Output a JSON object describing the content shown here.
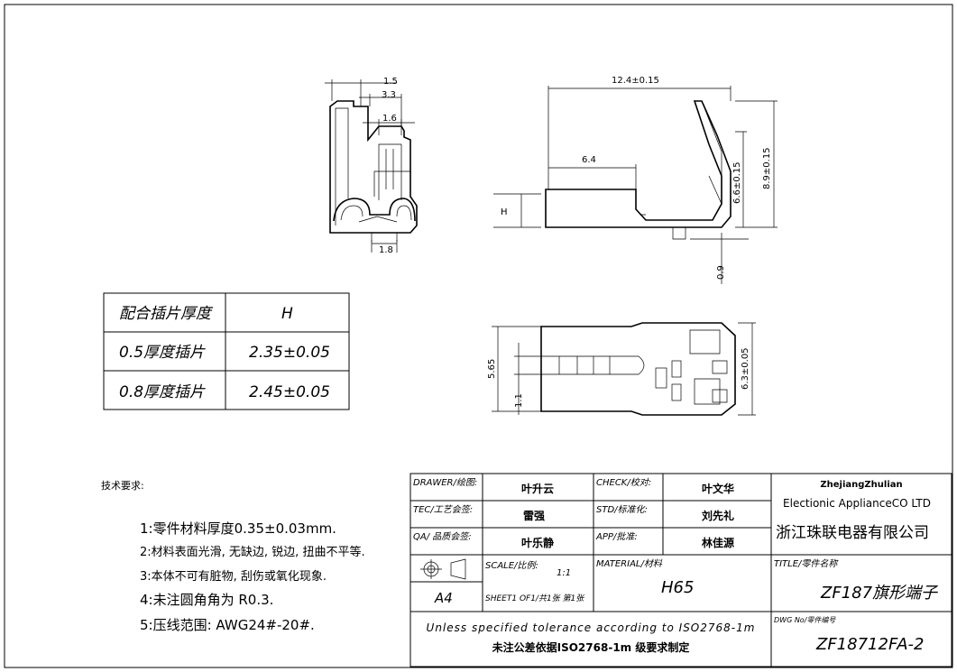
{
  "dimensions": {
    "side_1_5": "1.5",
    "side_3_3": "3.3",
    "side_1_6": "1.6",
    "side_1_8": "1.8",
    "front_12_4": "12.4±0.15",
    "front_6_4": "6.4",
    "front_H": "H",
    "front_6_6": "6.6±0.15",
    "front_8_9": "8.9±0.15",
    "front_0_9": "0.9",
    "top_5_65": "5.65",
    "top_1_1": "1.1",
    "top_6_3": "6.3±0.05"
  },
  "thickness_table": {
    "header": [
      "配合插片厚度",
      "H"
    ],
    "rows": [
      [
        "0.5厚度插片",
        "2.35±0.05"
      ],
      [
        "0.8厚度插片",
        "2.45±0.05"
      ]
    ]
  },
  "requirements": {
    "title": "技术要求:",
    "items": [
      "1:零件材料厚度0.35±0.03mm.",
      "2:材料表面光滑, 无缺边, 锐边, 扭曲不平等.",
      "3:本体不可有脏物, 刮伤或氧化现象.",
      "4:未注圆角角为 R0.3.",
      "5:压线范围: AWG24#-20#."
    ]
  },
  "title_block": {
    "drawer_label": "DRAWER/绘图:",
    "drawer": "叶升云",
    "check_label": "CHECK/校对:",
    "check": "叶文华",
    "tec_label": "TEC/工艺会签:",
    "tec": "雷强",
    "std_label": "STD/标准化:",
    "std": "刘先礼",
    "qa_label": "QA/ 品质会签:",
    "qa": "叶乐静",
    "app_label": "APP/批准:",
    "app": "林佳源",
    "company_en_1": "ZhejiangZhulian",
    "company_en_2": "Electionic ApplianceCO LTD",
    "company_cn": "浙江珠联电器有限公司",
    "scale_label": "SCALE/比例:",
    "scale": "1:1",
    "material_label": "MATERIAL/材料",
    "material": "H65",
    "title_label": "TITLE/零件名称",
    "part_name": "ZF187旗形端子",
    "paper": "A4",
    "sheet": "SHEET1 OF1/共1张 第1张",
    "tolerance_en": "Unless specified tolerance according to ISO2768-1m",
    "tolerance_cn": "未注公差依据ISO2768-1m 级要求制定",
    "dwg_label": "DWG No/零件编号",
    "dwg_no": "ZF18712FA-2"
  }
}
